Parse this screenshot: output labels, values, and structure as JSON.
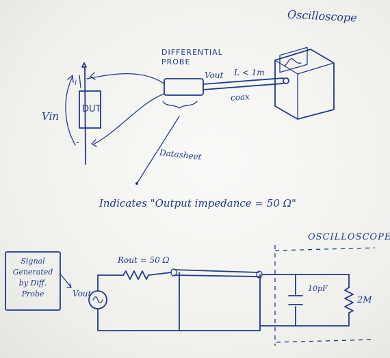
{
  "top_diagram": {
    "oscilloscope_label": "Oscilloscope",
    "differential_probe_label": "DIFFERENTIAL PROBE",
    "vout_label": "Vout",
    "cable_length_label": "L < 1m",
    "coax_label": "coax",
    "dut_label": "DUT",
    "vin_label": "Vin",
    "current_label": "i",
    "minus_sign": "-",
    "datasheet_label": "Datasheet",
    "note": "Indicates \"Output impedance = 50 Ω\""
  },
  "bottom_diagram": {
    "oscilloscope_label": "OSCILLOSCOPE",
    "signal_box_label": "Signal Generated by Diff. Probe",
    "vout_label": "Vout",
    "rout_label": "Rout = 50 Ω",
    "capacitor_label": "10pF",
    "resistor_label": "2M"
  },
  "colors": {
    "ink": "#1d3a8a",
    "paper": "#f3f3f1"
  }
}
